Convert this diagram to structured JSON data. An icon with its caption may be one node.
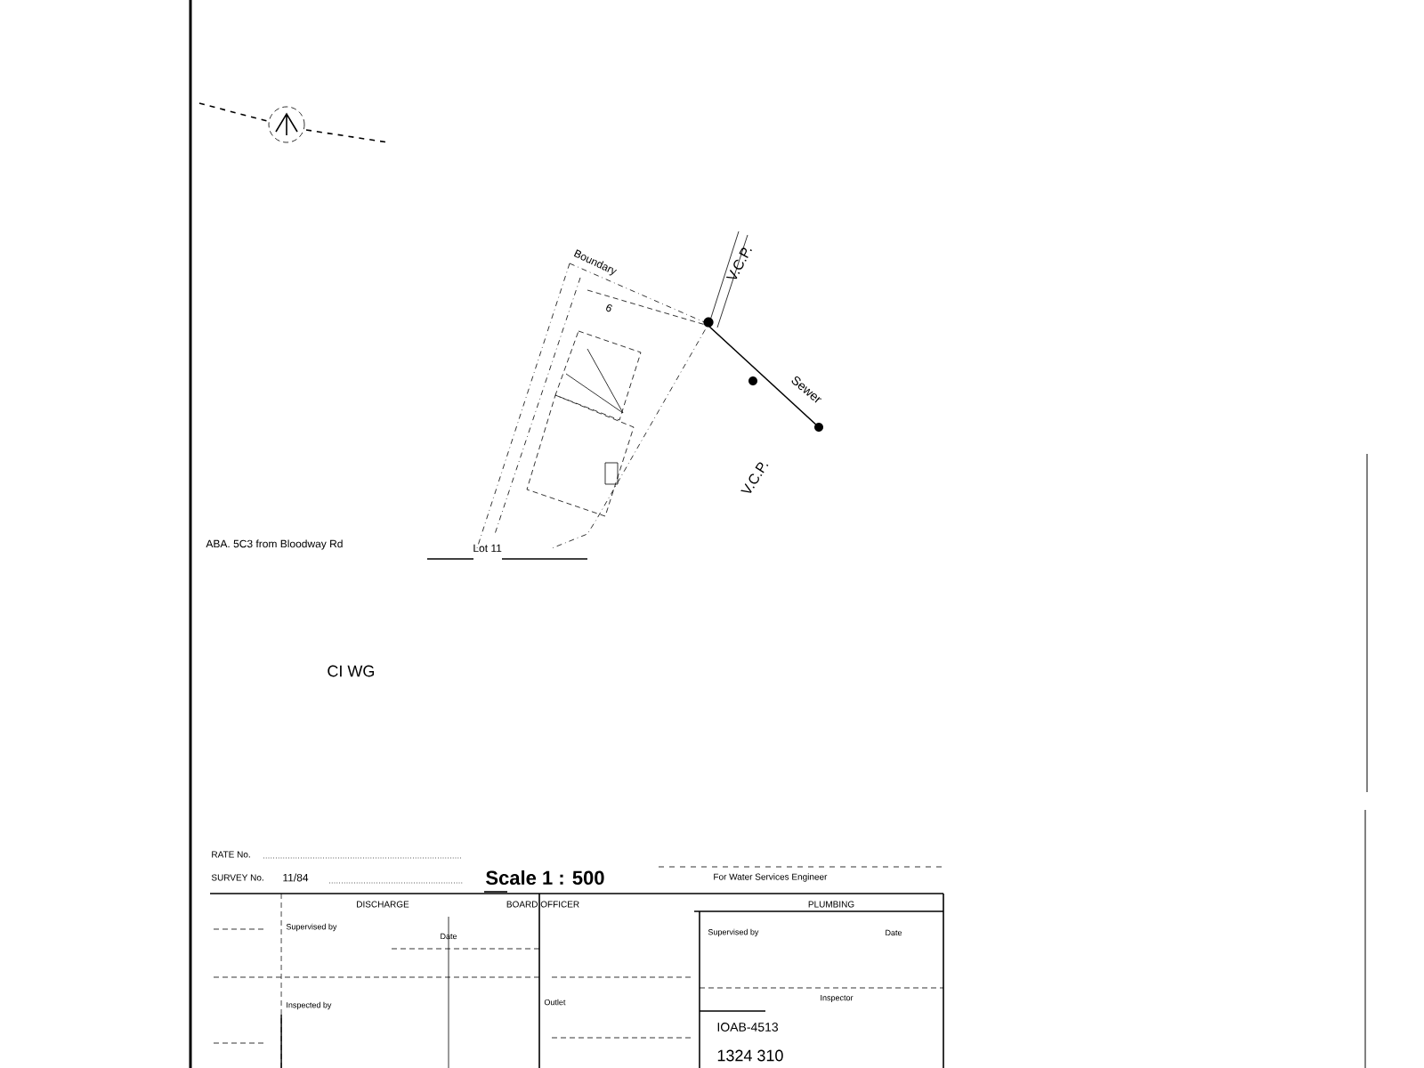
{
  "diagram": {
    "labels": [
      "Boundary",
      "6",
      "V.C.P.",
      "Sewer",
      "V.C.P.",
      "ABA. 5C3 from Bloodway Rd",
      "Lot 11",
      "CI WG",
      "RATE No.",
      "SURVEY No.",
      "11/84",
      "Scale 1 : 500",
      "For Water Services Engineer",
      "DISCHARGE",
      "Supervised by",
      "Date",
      "Inspected by",
      "BOARD OFFICER",
      "Outlet",
      "PLUMBING",
      "Supervised by",
      "Date",
      "Inspector",
      "IOAB-4513",
      "1324 310"
    ]
  }
}
